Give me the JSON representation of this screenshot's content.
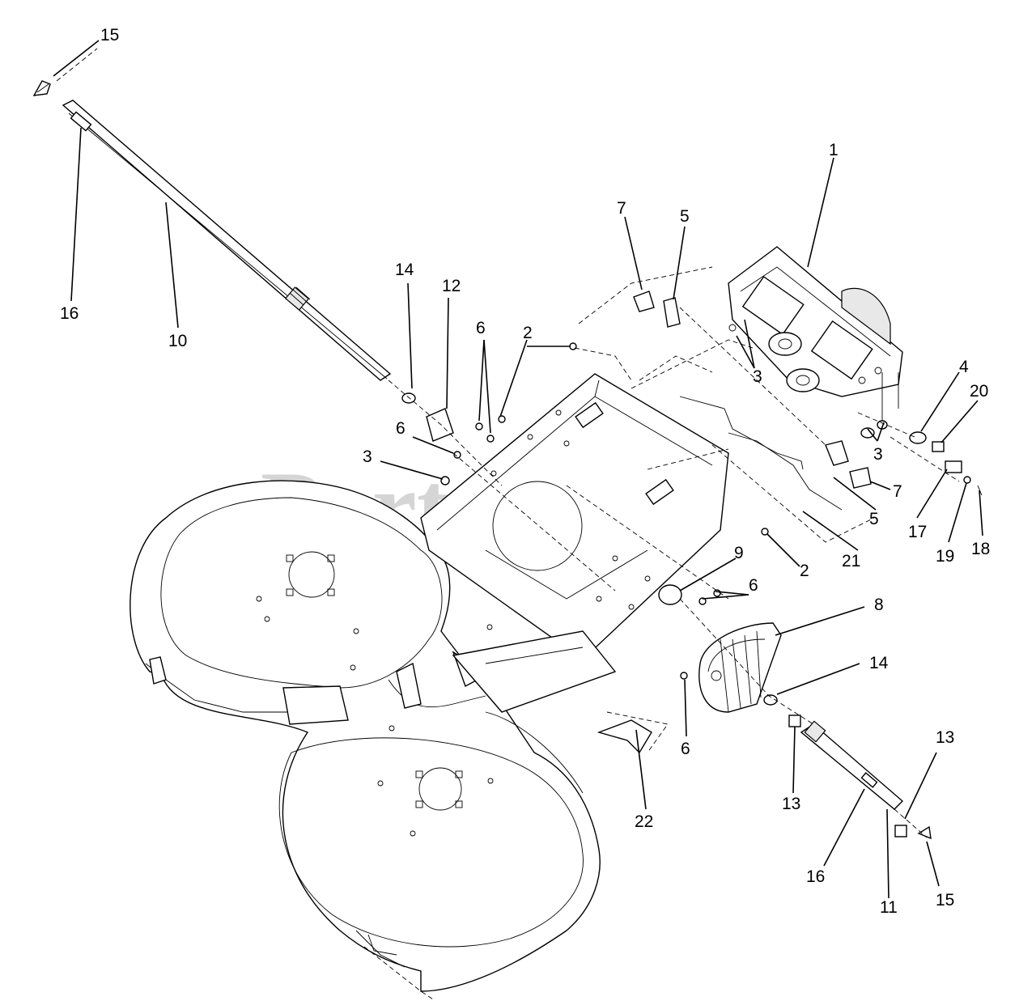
{
  "watermark": "PartsTree",
  "callouts": [
    {
      "id": "c15a",
      "label": "15"
    },
    {
      "id": "c16a",
      "label": "16"
    },
    {
      "id": "c10",
      "label": "10"
    },
    {
      "id": "c14a",
      "label": "14"
    },
    {
      "id": "c12",
      "label": "12"
    },
    {
      "id": "c6a",
      "label": "6"
    },
    {
      "id": "c2a",
      "label": "2"
    },
    {
      "id": "c6b",
      "label": "6"
    },
    {
      "id": "c3a",
      "label": "3"
    },
    {
      "id": "c7a",
      "label": "7"
    },
    {
      "id": "c5a",
      "label": "5"
    },
    {
      "id": "c1",
      "label": "1"
    },
    {
      "id": "c3b",
      "label": "3"
    },
    {
      "id": "c3c",
      "label": "3"
    },
    {
      "id": "c4",
      "label": "4"
    },
    {
      "id": "c20",
      "label": "20"
    },
    {
      "id": "c7b",
      "label": "7"
    },
    {
      "id": "c5b",
      "label": "5"
    },
    {
      "id": "c17",
      "label": "17"
    },
    {
      "id": "c19",
      "label": "19"
    },
    {
      "id": "c18",
      "label": "18"
    },
    {
      "id": "c21",
      "label": "21"
    },
    {
      "id": "c2b",
      "label": "2"
    },
    {
      "id": "c9",
      "label": "9"
    },
    {
      "id": "c6c",
      "label": "6"
    },
    {
      "id": "c8",
      "label": "8"
    },
    {
      "id": "c14b",
      "label": "14"
    },
    {
      "id": "c6d",
      "label": "6"
    },
    {
      "id": "c22",
      "label": "22"
    },
    {
      "id": "c13a",
      "label": "13"
    },
    {
      "id": "c13b",
      "label": "13"
    },
    {
      "id": "c16b",
      "label": "16"
    },
    {
      "id": "c11",
      "label": "11"
    },
    {
      "id": "c15b",
      "label": "15"
    }
  ]
}
